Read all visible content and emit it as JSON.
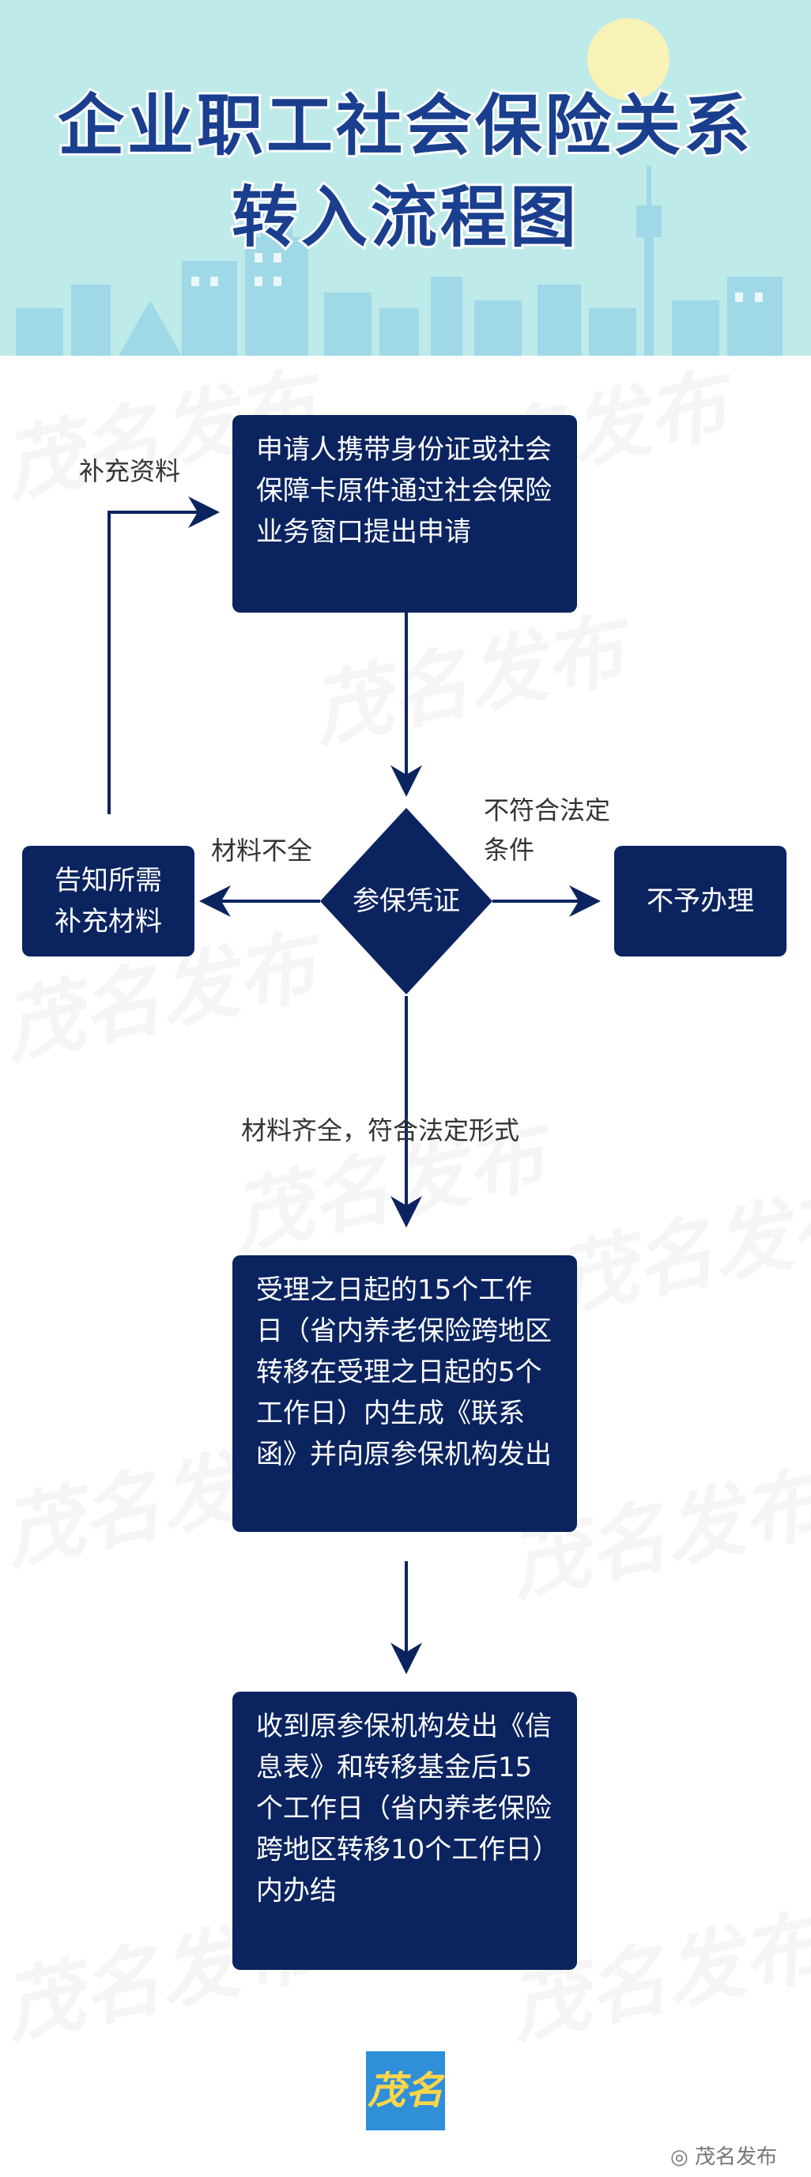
{
  "header": {
    "title_line1": "企业职工社会保险关系",
    "title_line2": "转入流程图"
  },
  "watermark": "茂名发布",
  "nodes": {
    "apply": "申请人携带身份证或社会保障卡原件通过社会保险业务窗口提出申请",
    "check": "参保凭证",
    "notify": "告知所需补充材料",
    "reject": "不予办理",
    "accept": "受理之日起的15个工作日（省内养老保险跨地区转移在受理之日起的5个工作日）内生成《联系函》并向原参保机构发出",
    "finish": "收到原参保机构发出《信息表》和转移基金后15个工作日（省内养老保险跨地区转移10个工作日）内办结"
  },
  "edges": {
    "supplement": "补充资料",
    "incomplete": "材料不全",
    "not_legal_line1": "不符合法定",
    "not_legal_line2": "条件",
    "complete": "材料齐全，符合法定形式"
  },
  "footer": {
    "logo_text": "茂名",
    "wechat_label": "茂名发布"
  },
  "colors": {
    "node_fill": "#0b2460",
    "title": "#1b3f8f",
    "header_bg": "#bfeaea",
    "line": "#0b2460"
  }
}
